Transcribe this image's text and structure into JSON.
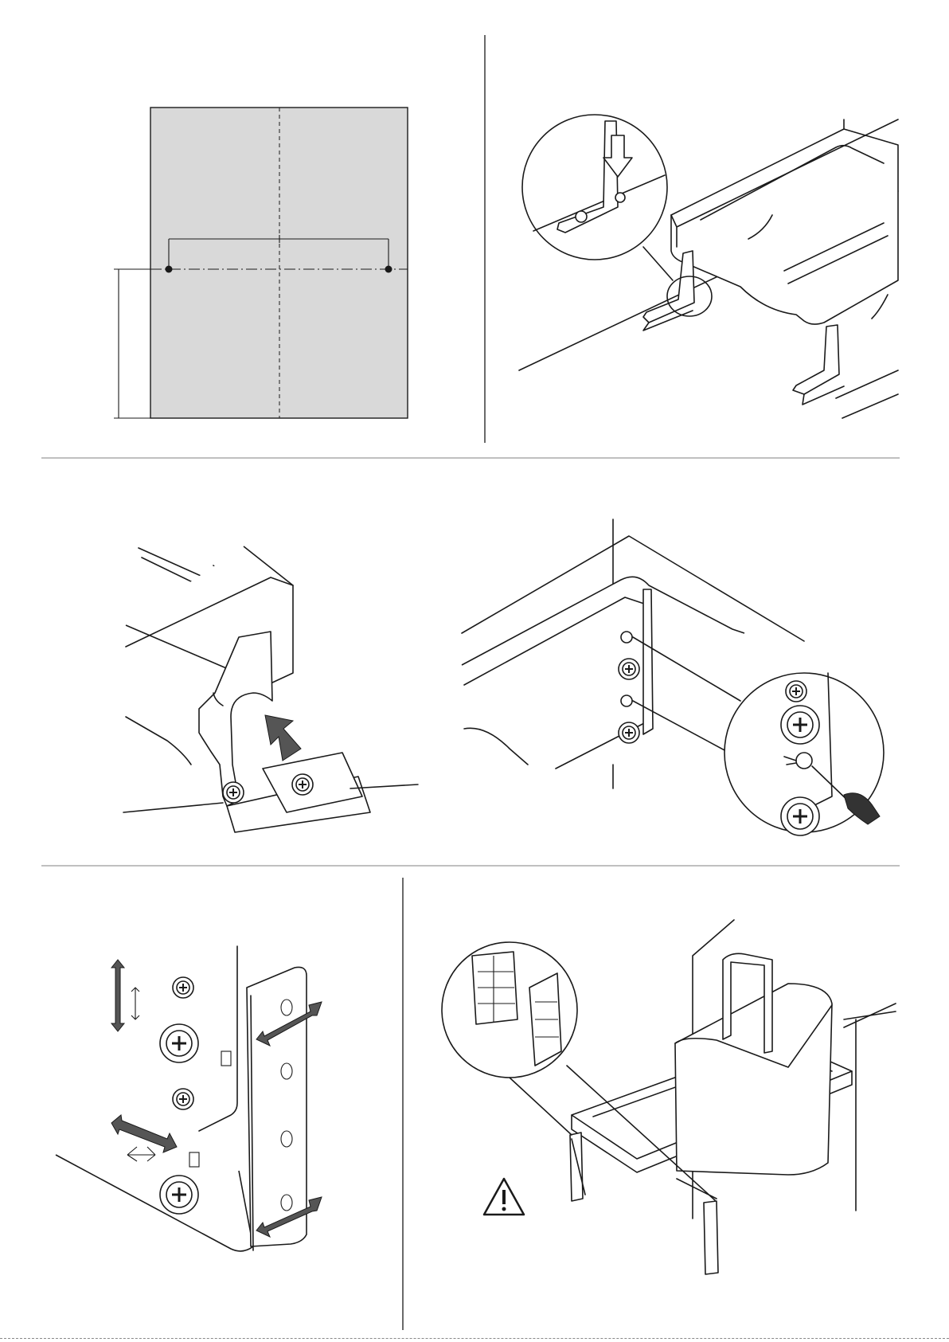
{
  "document": {
    "type": "assembly-instructions",
    "panels": [
      {
        "id": "panel-1",
        "depicts": "drilling-template"
      },
      {
        "id": "panel-2",
        "depicts": "mount-frame-on-bracket"
      },
      {
        "id": "panel-3",
        "depicts": "slide-bracket-into-frame"
      },
      {
        "id": "panel-4",
        "depicts": "tighten-fixing-screw"
      },
      {
        "id": "panel-5",
        "depicts": "height-and-side-adjustment"
      },
      {
        "id": "panel-6",
        "depicts": "clip-covers-and-bin"
      }
    ],
    "colors": {
      "template_fill": "#d9d9d9",
      "line": "#1a1a1a",
      "arrow_fill": "#555555",
      "separator": "#9a9a9a"
    },
    "icons": [
      "down-arrow-icon",
      "up-arrow-icon",
      "double-arrow-icon",
      "screw-icon",
      "screwdriver-icon",
      "warning-icon"
    ]
  }
}
